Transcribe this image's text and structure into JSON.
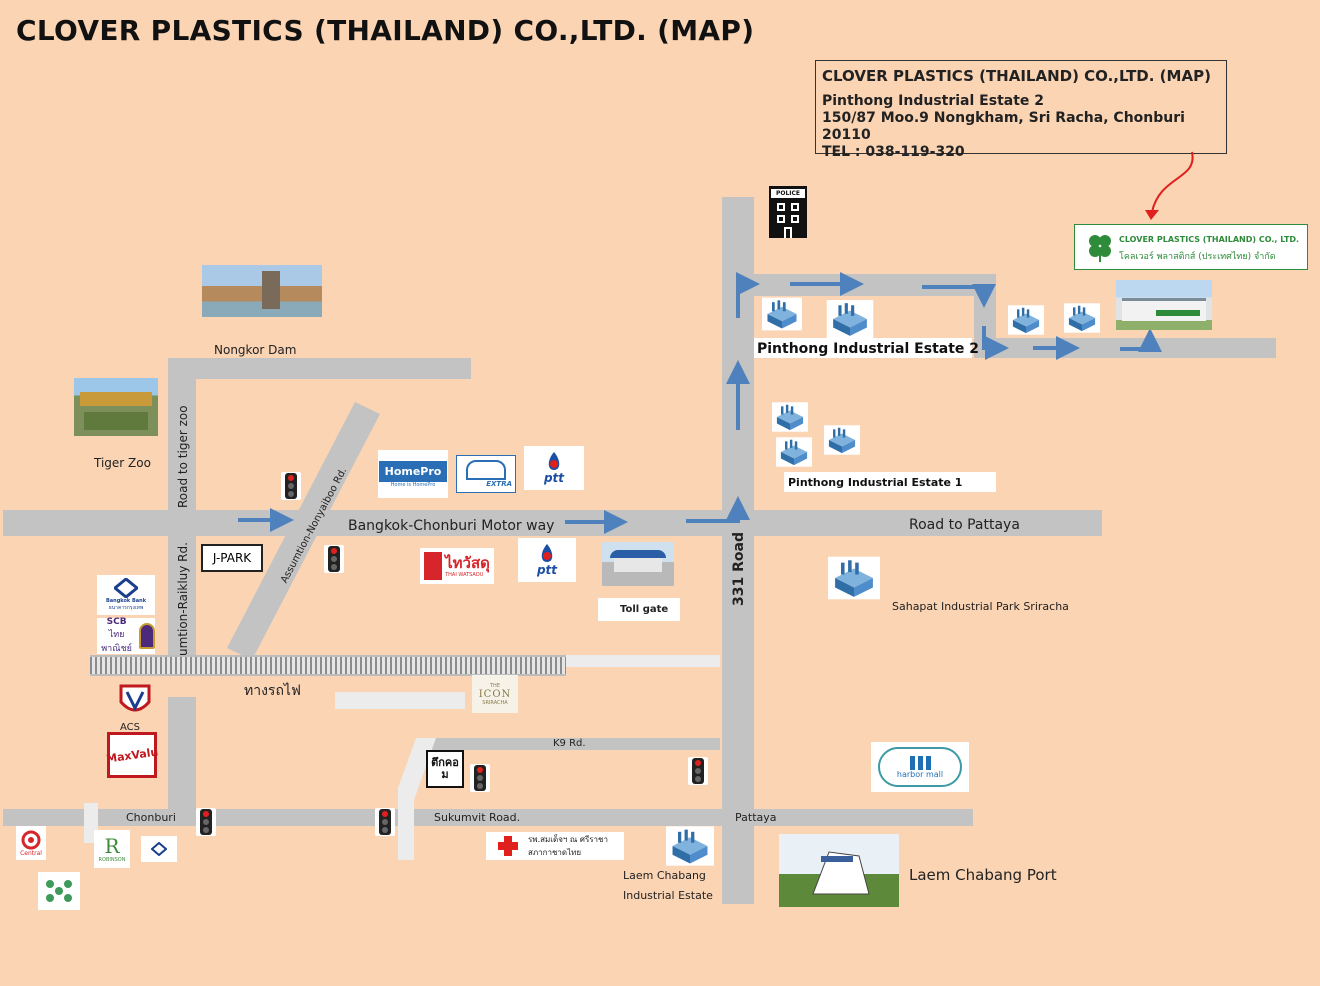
{
  "title": "CLOVER PLASTICS (THAILAND) CO.,LTD. (MAP)",
  "info_box": {
    "heading": "CLOVER PLASTICS (THAILAND) CO.,LTD. (MAP)",
    "line1": "Pinthong Industrial Estate 2",
    "line2": "150/87 Moo.9 Nongkham, Sri Racha, Chonburi 20110",
    "line3": "TEL : 038-119-320"
  },
  "company_sign": {
    "name_en": "CLOVER PLASTICS (THAILAND) CO., LTD.",
    "name_th": "โคลเวอร์ พลาสติกส์ (ประเทศไทย) จำกัด"
  },
  "labels": {
    "police": "POLICE",
    "nongkor_dam": "Nongkor Dam",
    "tiger_zoo": "Tiger Zoo",
    "road_to_tiger_zoo": "Road to tiger zoo",
    "assumption_nongyaiboo": "Assumtion-Nonyaiboo Rd.",
    "assumption_raikluy": "umtion-Raikluy Rd.",
    "motorway": "Bangkok-Chonburi Motor way",
    "road_to_pattaya": "Road to Pattaya",
    "road_331": "331 Road",
    "pinthong_2": "Pinthong Industrial Estate 2",
    "pinthong_1": "Pinthong Industrial Estate 1",
    "sahapat": "Sahapat Industrial Park Sriracha",
    "toll_gate": "Toll gate",
    "j_park": "J-PARK",
    "railway": "ทางรถไฟ",
    "k9": "K9 Rd.",
    "chonburi": "Chonburi",
    "sukumvit": "Sukumvit Road.",
    "pattaya": "Pattaya",
    "laem_chabang_estate_1": "Laem Chabang",
    "laem_chabang_estate_2": "Industrial Estate",
    "laem_chabang_port": "Laem Chabang Port",
    "acs": "ACS"
  },
  "logos": {
    "homepro": "HomePro",
    "homepro_tag": "Home is HomePro",
    "ptt": "ptt",
    "thai_watsadu": "ไทวัสดุ",
    "thai_watsadu_en": "THAI WATSADU",
    "extra": "EXTRA",
    "bangkok_bank": "Bangkok Bank",
    "bangkok_bank_th": "ธนาคารกรุงเทพ",
    "scb": "SCB",
    "scb_th": "ไทยพาณิชย์",
    "maxvalu": "MaxValu",
    "central": "Central",
    "robinson": "ROBINSON",
    "hospital": "รพ.สมเด็จฯ ณ ศรีราชา",
    "hospital_2": "สภากาชาดไทย",
    "harbor_mall": "harbor mall",
    "icon_the": "THE",
    "icon_name": "ICON",
    "icon_sub": "SRIRACHA",
    "tukcom": "ตึกคอม"
  },
  "colors": {
    "background": "#fbd4b4",
    "road": "#c3c3c3",
    "arrow": "#4f81bd",
    "accent_red": "#e0201c",
    "clover_green": "#2e8b3a"
  }
}
